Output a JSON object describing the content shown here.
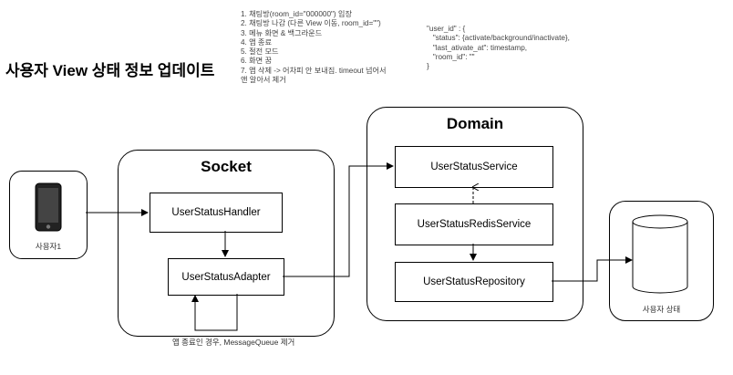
{
  "title": "사용자 View 상태 정보 업데이트",
  "steps": [
    "1. 채팅방(room_id=\"000000\") 입장",
    "2. 채팅방 나감 (다른 View 이동, room_id=\"\")",
    "3. 메뉴 화면 & 백그라운드",
    "4. 앱 종료",
    "5. 절전 모드",
    "6. 화면 꿈",
    "7. 앱 삭제 -> 어차피 안 보내짐. timeout 넘어서",
    "   앤 알아서 제거"
  ],
  "json_schema": [
    "\"user_id\" : {",
    "   \"status\": {activate/background/inactivate},",
    "   \"last_ativate_at\": timestamp,",
    "   \"room_id\": \"\"",
    "}"
  ],
  "user": {
    "label": "사용자1"
  },
  "socket": {
    "title": "Socket",
    "handler": "UserStatusHandler",
    "adapter": "UserStatusAdapter",
    "loop_note": "앱 종료인 경우, MessageQueue 제거"
  },
  "domain": {
    "title": "Domain",
    "service": "UserStatusService",
    "redis_service": "UserStatusRedisService",
    "repository": "UserStatusRepository"
  },
  "db": {
    "label": "사용자 상태"
  }
}
